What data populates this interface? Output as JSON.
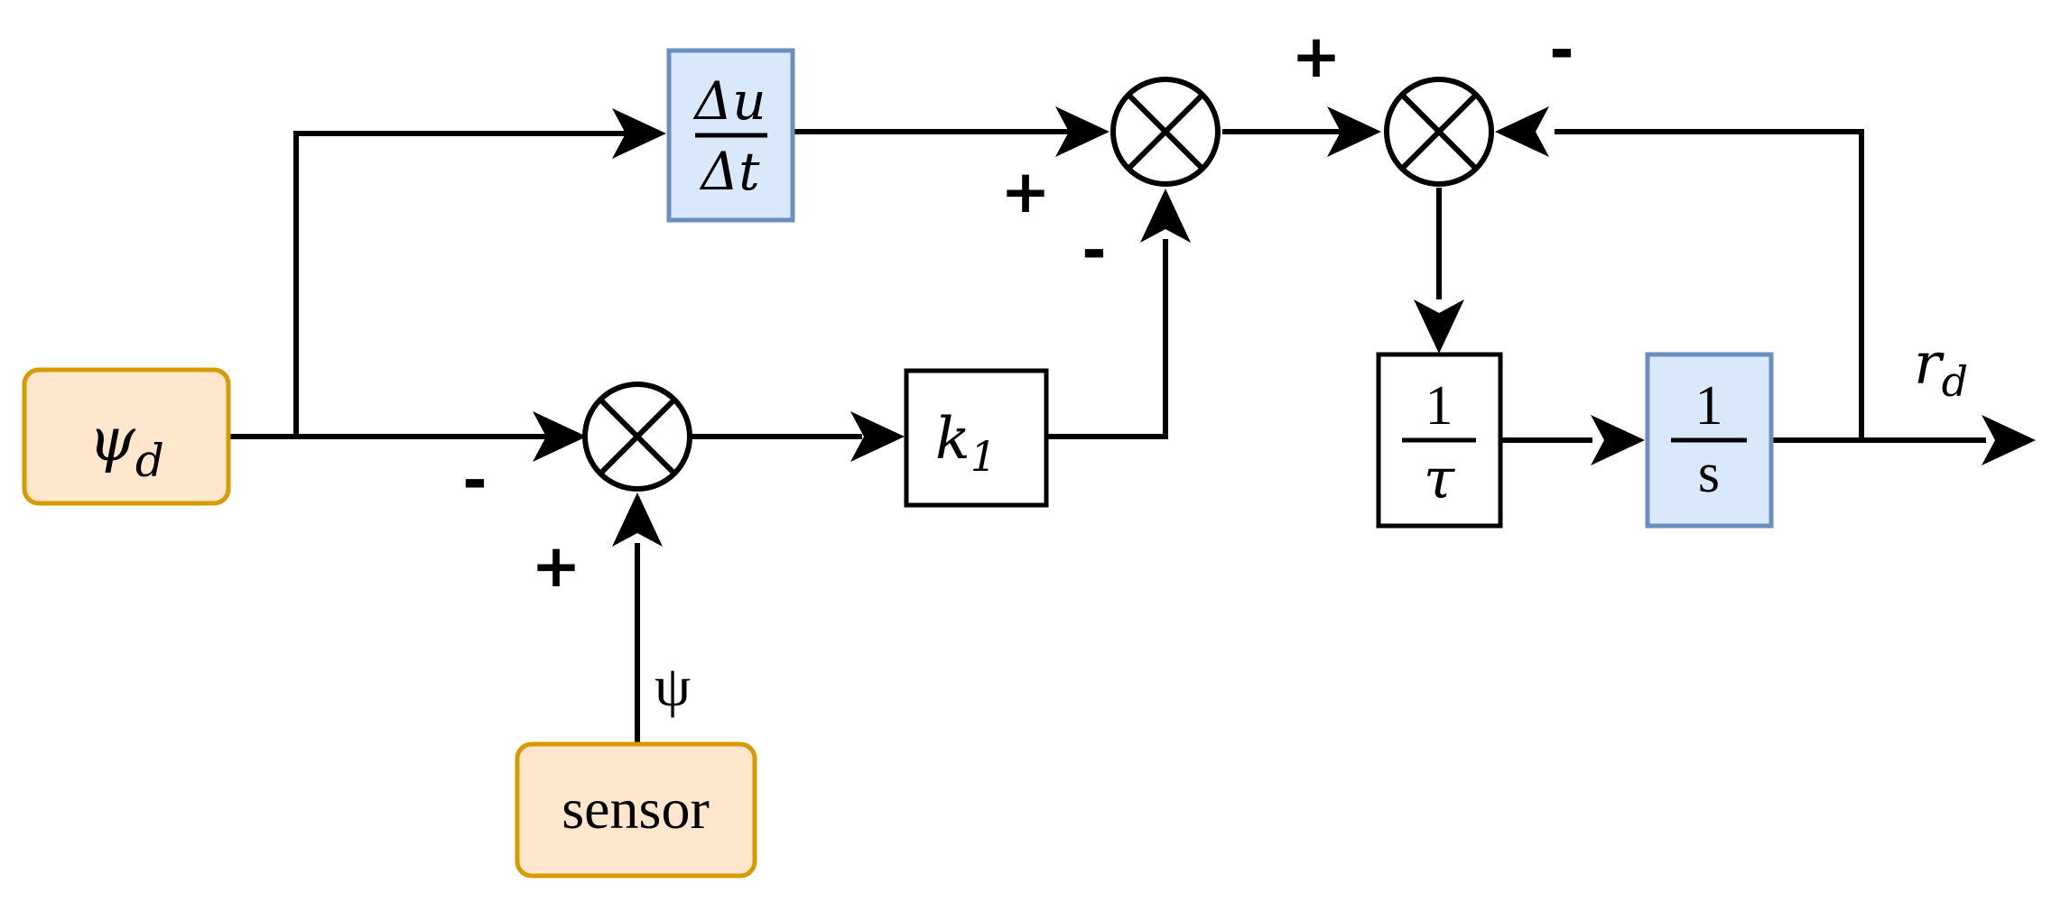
{
  "blocks": {
    "reference": {
      "symbol": "ψ",
      "subscript": "d"
    },
    "sensor": {
      "label": "sensor"
    },
    "derivative": {
      "numerator": "Δu",
      "denominator": "Δt"
    },
    "gain": {
      "symbol": "k",
      "subscript": "1"
    },
    "lag": {
      "numerator": "1",
      "denominator": "τ"
    },
    "integrator": {
      "numerator": "1",
      "denominator": "s"
    }
  },
  "signals": {
    "measured": "ψ",
    "output": {
      "symbol": "r",
      "subscript": "d"
    }
  },
  "signs": {
    "sum_left_reference": "-",
    "sum_left_sensor": "+",
    "sum_middle_derivative": "+",
    "sum_middle_gain": "-",
    "sum_right_input": "+",
    "sum_right_feedback": "-"
  }
}
